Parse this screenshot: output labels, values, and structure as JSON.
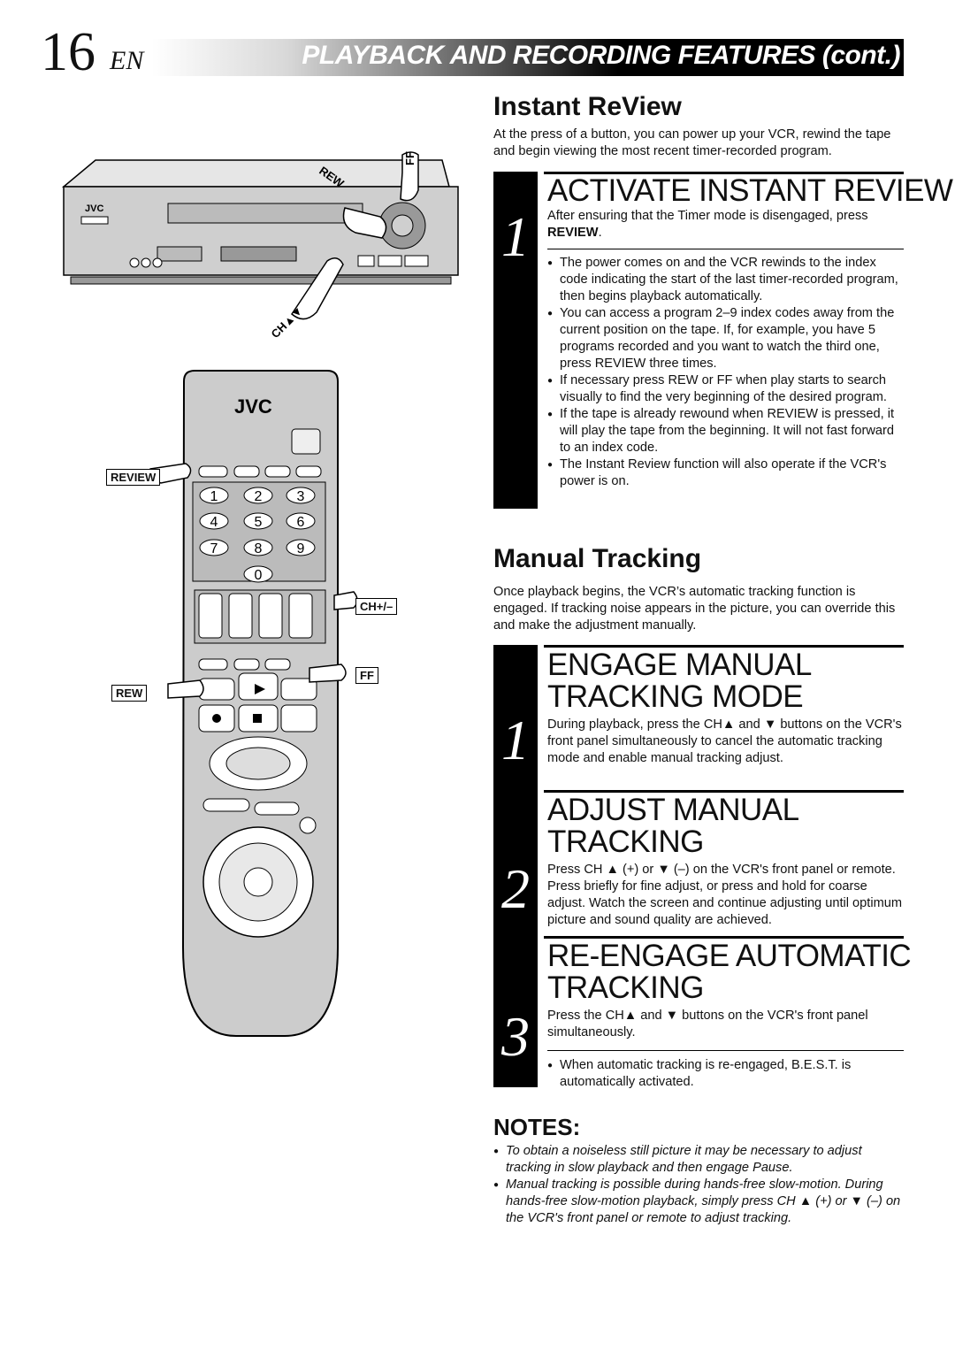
{
  "header": {
    "page_number": "16",
    "language": "EN",
    "title": "PLAYBACK AND RECORDING FEATURES (cont.)"
  },
  "instant_review": {
    "heading": "Instant ReView",
    "intro": "At the press of a button, you can power up your VCR, rewind the tape and begin viewing the most recent timer-recorded program.",
    "step": {
      "number": "1",
      "title": "ACTIVATE INSTANT REVIEW",
      "text_prefix": "After ensuring that the Timer mode is disengaged, press",
      "text_button": "REVIEW",
      "text_suffix": ".",
      "bullets": [
        "The power comes on and the VCR rewinds to the index code indicating the start of the last timer-recorded program, then begins playback automatically.",
        "You can access a program 2–9 index codes away from the current position on the tape. If, for example, you have 5 programs recorded and you want to watch the third one, press REVIEW three times.",
        "If necessary press REW or FF when play starts to search visually to find the very beginning of the desired program.",
        "If the tape is already rewound when REVIEW is pressed, it will play the tape from the beginning. It will not fast forward to an index code.",
        "The Instant Review function will also operate if the VCR's power is on."
      ]
    }
  },
  "manual_tracking": {
    "heading": "Manual Tracking",
    "intro": "Once playback begins, the VCR’s automatic tracking function is engaged. If tracking noise appears in the picture, you can override this and make the adjustment manually.",
    "steps": [
      {
        "number": "1",
        "title_line1": "ENGAGE MANUAL",
        "title_line2": "TRACKING MODE",
        "text": "During playback, press the CH▲ and ▼ buttons on the VCR's front panel simultaneously to cancel the automatic tracking mode and enable manual tracking adjust."
      },
      {
        "number": "2",
        "title_line1": "ADJUST MANUAL",
        "title_line2": "TRACKING",
        "text": "Press CH ▲ (+) or ▼ (–) on the VCR's front panel or remote. Press briefly for fine adjust, or press and hold for coarse adjust. Watch the screen and continue adjusting until optimum picture and sound quality are achieved."
      },
      {
        "number": "3",
        "title_line1": "RE-ENGAGE AUTOMATIC",
        "title_line2": "TRACKING",
        "text": "Press the CH▲ and ▼ buttons on the VCR's front panel simultaneously.",
        "bullet": "When automatic tracking is re-engaged, B.E.S.T. is automatically activated."
      }
    ]
  },
  "notes": {
    "heading": "NOTES:",
    "items": [
      "To obtain a noiseless still picture it may be necessary to adjust tracking in slow playback and then engage Pause.",
      "Manual tracking is possible during hands-free slow-motion. During hands-free slow-motion playback, simply press CH ▲ (+) or ▼ (–) on the VCR's front panel or remote to adjust tracking."
    ]
  },
  "illustration": {
    "vcr_brand": "JVC",
    "remote_brand": "JVC",
    "callouts": {
      "rew_top": "REW",
      "ff_top": "FF",
      "ch_top": "CH▲▼",
      "review": "REVIEW",
      "ch_plus_minus": "CH+/–",
      "ff": "FF",
      "rew": "REW"
    },
    "keypad": [
      "1",
      "2",
      "3",
      "4",
      "5",
      "6",
      "7",
      "8",
      "9",
      "0"
    ]
  }
}
